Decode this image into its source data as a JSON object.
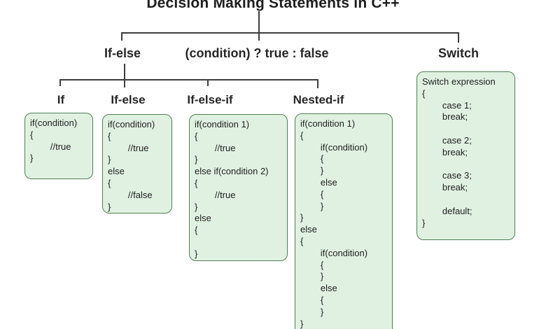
{
  "title": "Decision Making Statements in C++",
  "colors": {
    "box_fill": "#e0f1e1",
    "box_border": "#4f7f55",
    "connector_line": "#3d3d3d",
    "text": "#212121",
    "background": "#ffffff"
  },
  "tree": {
    "level1": [
      {
        "label": "If-else"
      },
      {
        "label": "(condition) ? true : false"
      },
      {
        "label": "Switch"
      }
    ],
    "level2": [
      {
        "label": "If"
      },
      {
        "label": "If-else"
      },
      {
        "label": "If-else-if"
      },
      {
        "label": "Nested-if"
      }
    ]
  },
  "code_boxes": {
    "if": "if(condition)\n{\n        //true\n}",
    "if_else": "if(condition)\n{\n        //true\n}\nelse\n{\n        //false\n}",
    "if_else_if": "if(condition 1)\n{\n        //true\n}\nelse if(condition 2)\n{\n        //true\n}\nelse\n{\n\n}",
    "nested_if": "if(condition 1)\n{\n        if(condition)\n        {\n        }\n        else\n        {\n        }\n}\nelse\n{\n        if(condition)\n        {\n        }\n        else\n        {\n        }\n}",
    "switch": "Switch expression\n{\n        case 1;\n        break;\n\n        case 2;\n        break;\n\n        case 3;\n        break;\n\n        default;\n}"
  }
}
